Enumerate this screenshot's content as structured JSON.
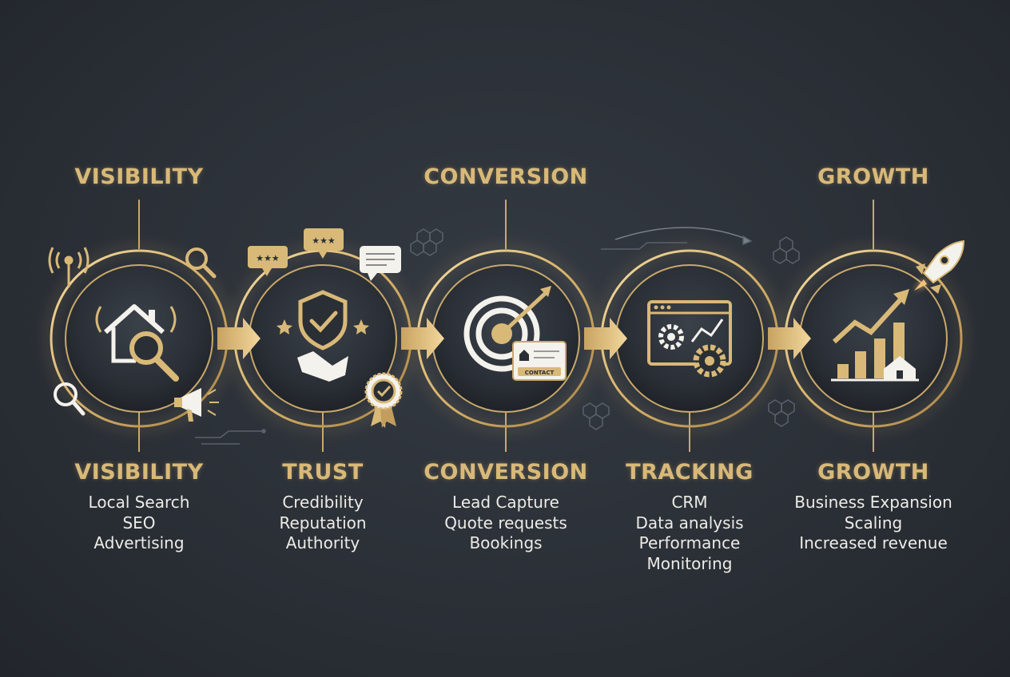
{
  "colors": {
    "background": "#2b3037",
    "gold": "#d9b978",
    "gold_bright": "#f2d59a",
    "text": "#ecebe6",
    "icon_white": "#f4f2ec"
  },
  "top_labels": [
    "VISIBILITY",
    "CONVERSION",
    "GROWTH"
  ],
  "stages": [
    {
      "title": "VISIBILITY",
      "icon": "house-search-icon",
      "items": [
        "Local Search",
        "SEO",
        "Advertising"
      ]
    },
    {
      "title": "TRUST",
      "icon": "shield-handshake-icon",
      "items": [
        "Credibility",
        "Reputation",
        "Authority"
      ]
    },
    {
      "title": "CONVERSION",
      "icon": "target-contact-icon",
      "contact_label": "CONTACT",
      "items": [
        "Lead Capture",
        "Quote requests",
        "Bookings"
      ]
    },
    {
      "title": "TRACKING",
      "icon": "dashboard-gears-icon",
      "items": [
        "CRM",
        "Data analysis",
        "Performance",
        "Monitoring"
      ]
    },
    {
      "title": "GROWTH",
      "icon": "growth-chart-icon",
      "items": [
        "Business Expansion",
        "Scaling",
        "Increased revenue"
      ]
    }
  ],
  "decorations": {
    "review_bubble_text": "★★★",
    "icons": [
      "signal-tower-icon",
      "magnifier-icon",
      "megaphone-icon",
      "chat-bubble-icon",
      "badge-check-icon",
      "hexagon-cluster-icon",
      "rocket-icon"
    ]
  }
}
